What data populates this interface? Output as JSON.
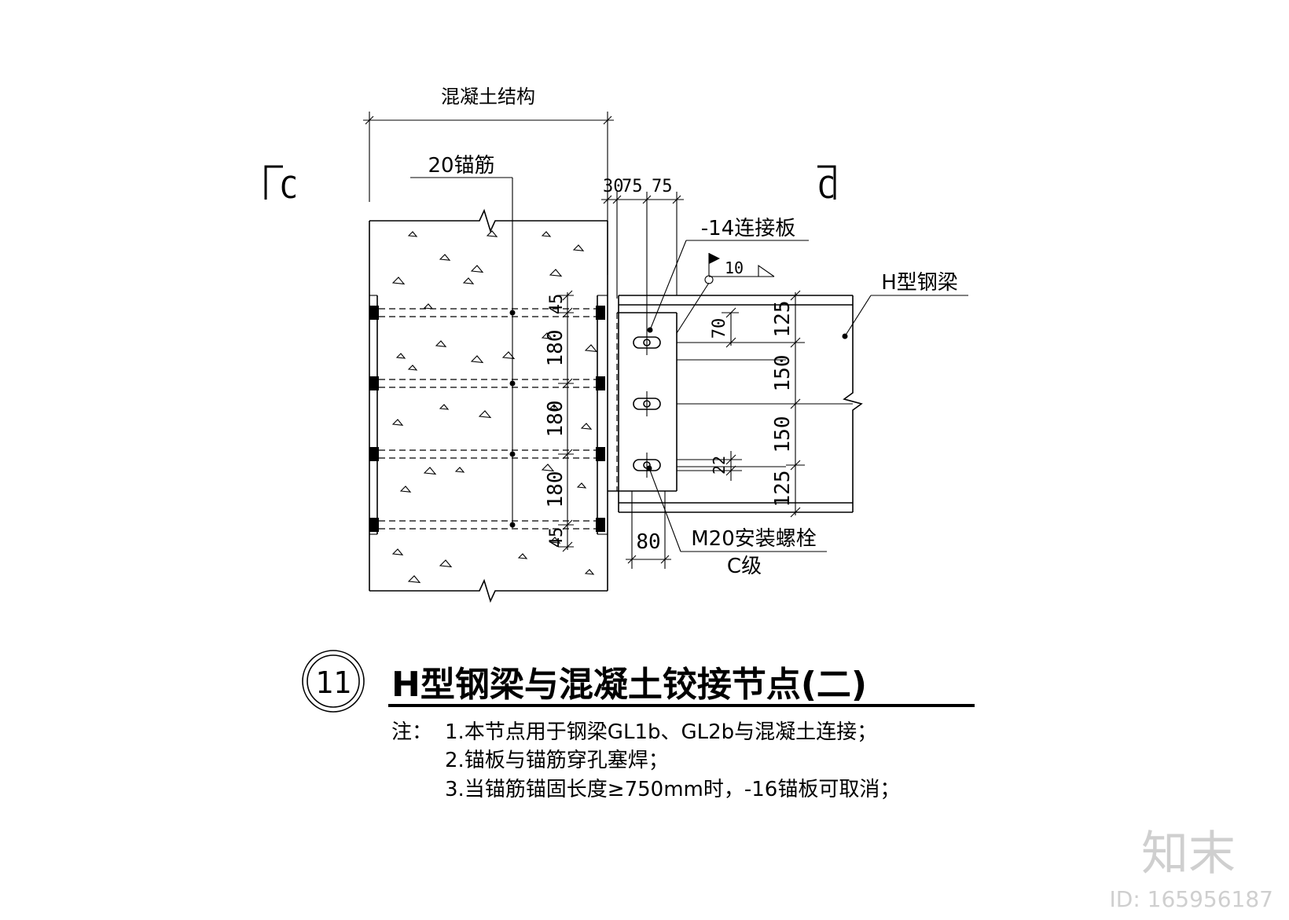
{
  "diagram": {
    "structure_label": "混凝土结构",
    "section_mark_left": "C",
    "section_mark_right": "C",
    "anchor_bar_label": "20锚筋",
    "plate_label": "-14连接板",
    "beam_label": "H型钢梁",
    "weld_size": "10",
    "bolt_label": "M20安装螺栓",
    "bolt_grade": "C级",
    "top_dims": [
      "30",
      "75",
      "75"
    ],
    "left_dims": [
      "45",
      "180",
      "180",
      "180",
      "45"
    ],
    "right_dims": [
      "125",
      "150",
      "150",
      "125"
    ],
    "small_dims": [
      "70",
      "22"
    ],
    "bottom_dim": "80"
  },
  "title": {
    "number": "11",
    "text": "H型钢梁与混凝土铰接节点(二)"
  },
  "notes": {
    "prefix": "注：",
    "items": [
      "1.本节点用于钢梁GL1b、GL2b与混凝土连接；",
      "2.锚板与锚筋穿孔塞焊；",
      "3.当锚筋锚固长度≥750mm时，-16锚板可取消；"
    ]
  },
  "watermark": {
    "logo": "知末",
    "id": "ID: 165956187"
  }
}
